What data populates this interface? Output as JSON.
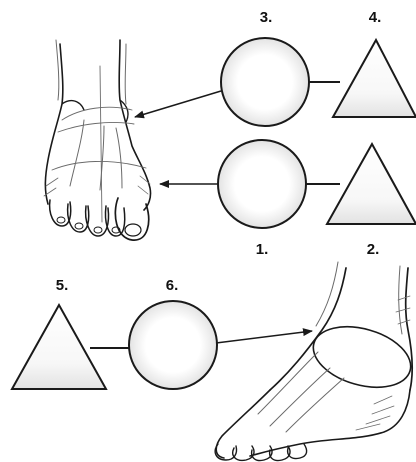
{
  "diagram": {
    "labels": {
      "one": "1.",
      "two": "2.",
      "three": "3.",
      "four": "4.",
      "five": "5.",
      "six": "6."
    },
    "colors": {
      "stroke": "#1a1a1a",
      "shape_fill_light": "#ffffff",
      "shape_fill_shade": "#e6e6e6",
      "background": "#ffffff"
    }
  }
}
